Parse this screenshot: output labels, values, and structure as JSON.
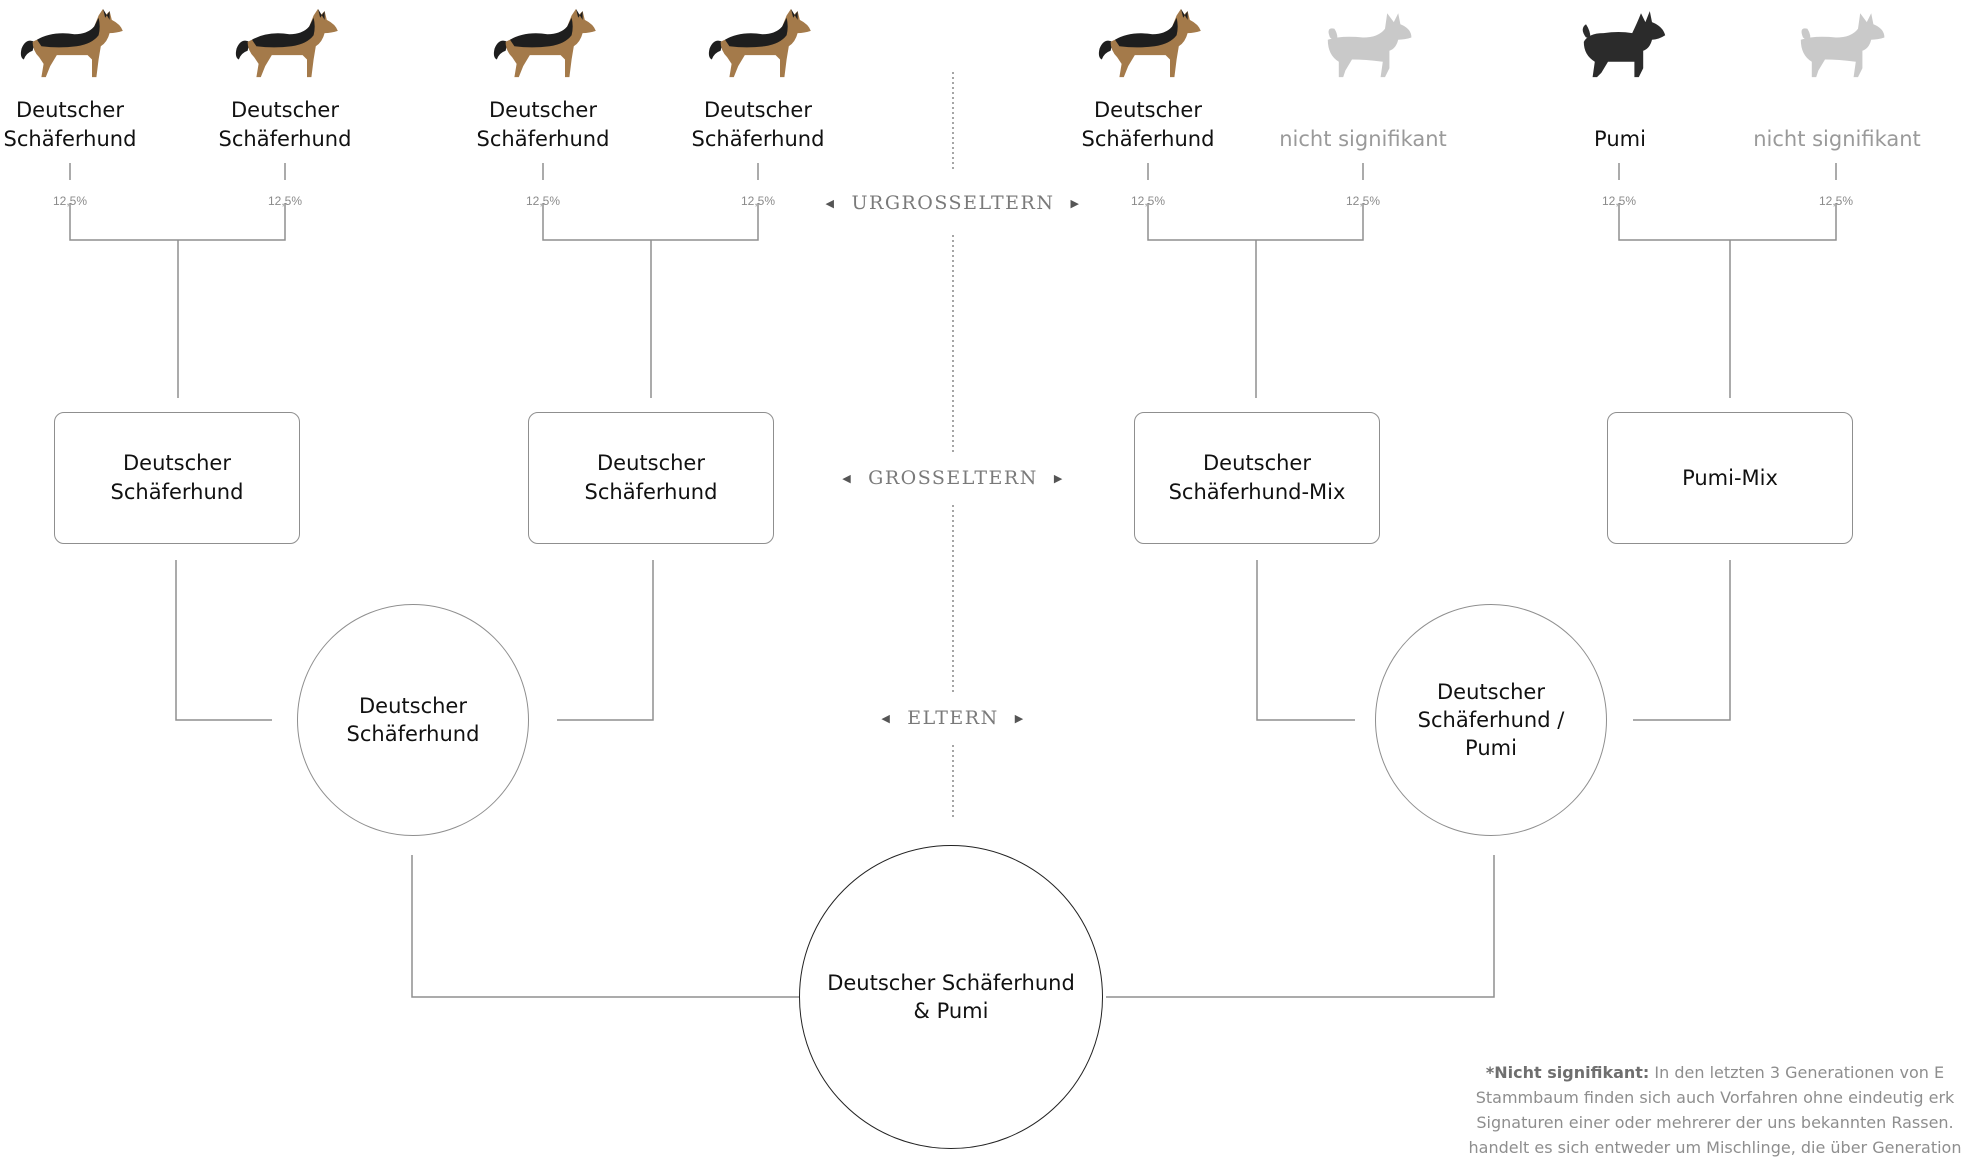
{
  "generations": {
    "great_grandparents": "URGROSSELTERN",
    "grandparents": "GROSSELTERN",
    "parents": "ELTERN"
  },
  "great_grandparents": [
    {
      "name": "Deutscher Schäferhund",
      "line1": "Deutscher",
      "line2": "Schäferhund",
      "percent": "12,5%",
      "significant": true,
      "icon": "german-shepherd"
    },
    {
      "name": "Deutscher Schäferhund",
      "line1": "Deutscher",
      "line2": "Schäferhund",
      "percent": "12,5%",
      "significant": true,
      "icon": "german-shepherd"
    },
    {
      "name": "Deutscher Schäferhund",
      "line1": "Deutscher",
      "line2": "Schäferhund",
      "percent": "12,5%",
      "significant": true,
      "icon": "german-shepherd"
    },
    {
      "name": "Deutscher Schäferhund",
      "line1": "Deutscher",
      "line2": "Schäferhund",
      "percent": "12,5%",
      "significant": true,
      "icon": "german-shepherd"
    },
    {
      "name": "Deutscher Schäferhund",
      "line1": "Deutscher",
      "line2": "Schäferhund",
      "percent": "12,5%",
      "significant": true,
      "icon": "german-shepherd"
    },
    {
      "name": "nicht signifikant",
      "line1": "",
      "line2": "nicht signifikant",
      "percent": "12,5%",
      "significant": false,
      "icon": "generic-dog-silhouette"
    },
    {
      "name": "Pumi",
      "line1": "",
      "line2": "Pumi",
      "percent": "12,5%",
      "significant": true,
      "icon": "pumi"
    },
    {
      "name": "nicht signifikant",
      "line1": "",
      "line2": "nicht signifikant",
      "percent": "12,5%",
      "significant": false,
      "icon": "generic-dog-silhouette"
    }
  ],
  "grandparents": [
    {
      "label": "Deutscher Schäferhund"
    },
    {
      "label": "Deutscher Schäferhund"
    },
    {
      "label": "Deutscher Schäferhund-Mix"
    },
    {
      "label": "Pumi-Mix"
    }
  ],
  "parents": [
    {
      "label": "Deutscher Schäferhund"
    },
    {
      "label": "Deutscher Schäferhund / Pumi"
    }
  ],
  "dog": {
    "label": "Deutscher Schäferhund & Pumi"
  },
  "note": {
    "title": "*Nicht signifikant:",
    "text": "In den letzten 3 Generationen von E Stammbaum finden sich auch Vorfahren ohne eindeutig erk Signaturen einer oder mehrerer der uns bekannten Rassen. handelt es sich entweder um Mischlinge, die über Generation"
  },
  "colors": {
    "line": "#8f8f8f",
    "shepherd_tan": "#a47a4a",
    "shepherd_black": "#1e1e1e",
    "ns_gray": "#c9c9c9",
    "pumi": "#2b2b2b"
  }
}
